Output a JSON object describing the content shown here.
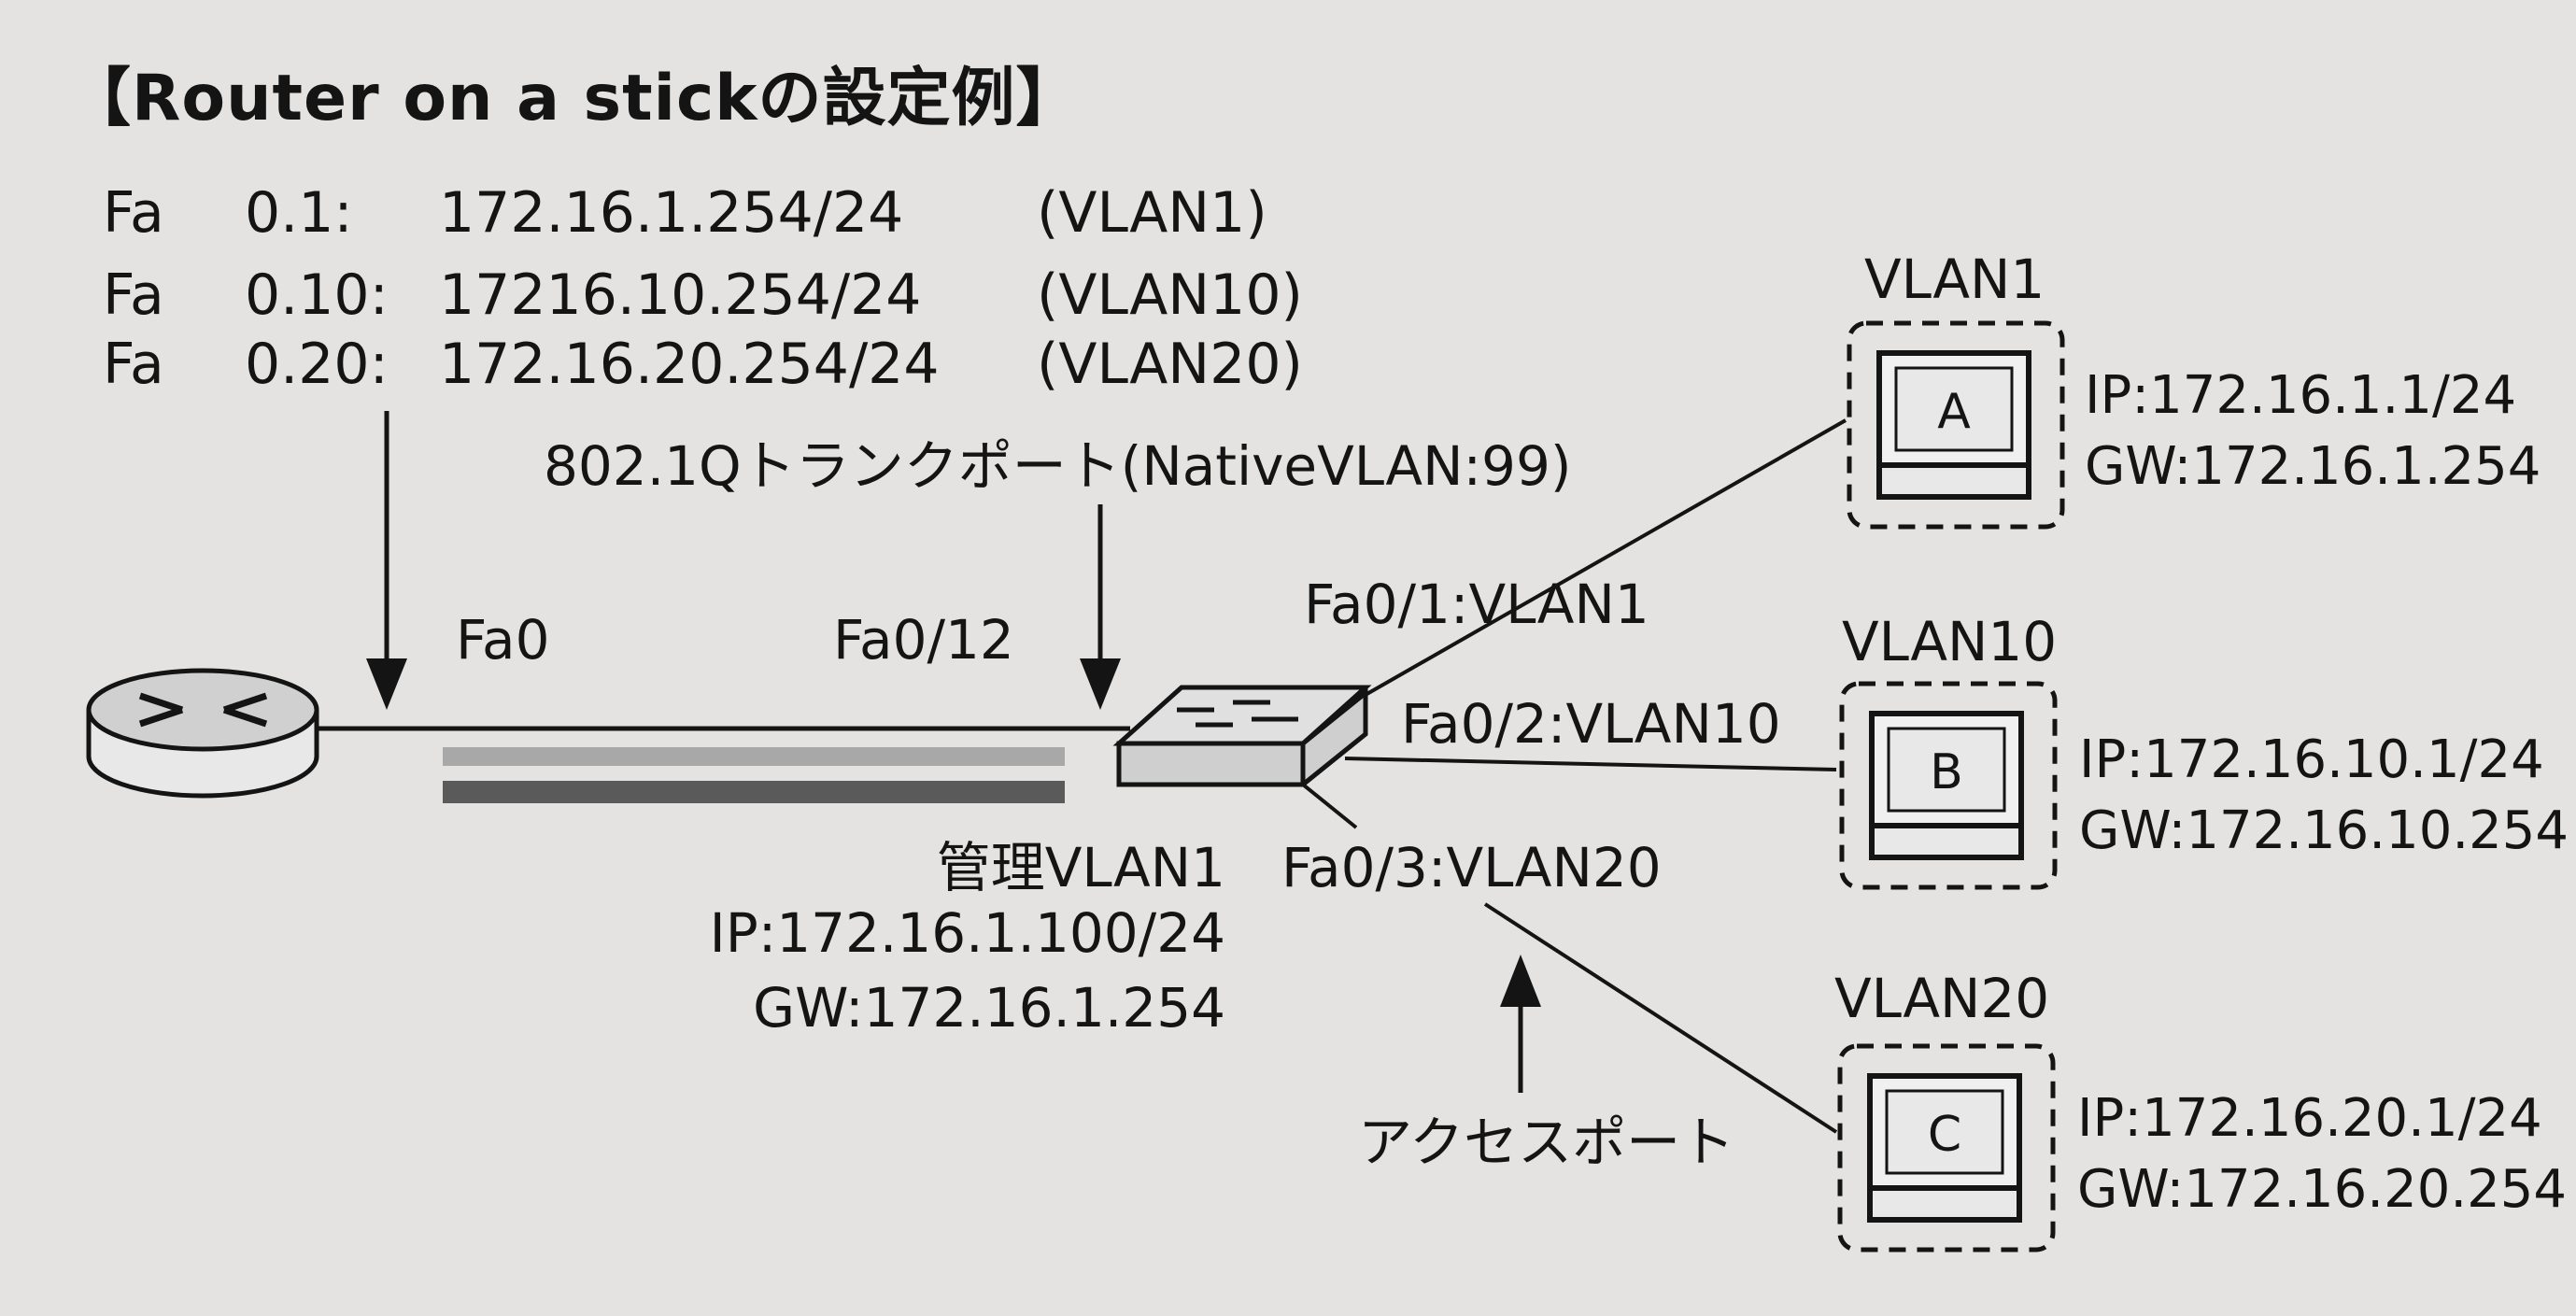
{
  "title": "【Router on a stickの設定例】",
  "subinterfaces": [
    {
      "prefix": "Fa",
      "port": "0.1:",
      "ip": "172.16.1.254/24",
      "vlan": "(VLAN1)"
    },
    {
      "prefix": "Fa",
      "port": "0.10:",
      "ip": "17216.10.254/24",
      "vlan": "(VLAN10)"
    },
    {
      "prefix": "Fa",
      "port": "0.20:",
      "ip": "172.16.20.254/24",
      "vlan": "(VLAN20)"
    }
  ],
  "trunk_label": "802.1Qトランクポート(NativeVLAN:99)",
  "router_port": "Fa0",
  "switch_uplink": "Fa0/12",
  "switch_ports": [
    "Fa0/1:VLAN1",
    "Fa0/2:VLAN10",
    "Fa0/3:VLAN20"
  ],
  "management": {
    "title": "管理VLAN1",
    "ip": "IP:172.16.1.100/24",
    "gw": "GW:172.16.1.254"
  },
  "access_label": "アクセスポート",
  "pcs": [
    {
      "vlan": "VLAN1",
      "letter": "A",
      "ip": "IP:172.16.1.1/24",
      "gw": "GW:172.16.1.254"
    },
    {
      "vlan": "VLAN10",
      "letter": "B",
      "ip": "IP:172.16.10.1/24",
      "gw": "GW:172.16.10.254"
    },
    {
      "vlan": "VLAN20",
      "letter": "C",
      "ip": "IP:172.16.20.1/24",
      "gw": "GW:172.16.20.254"
    }
  ],
  "icons": {
    "router": "router-icon",
    "switch": "switch-icon",
    "pc": "pc-icon"
  }
}
